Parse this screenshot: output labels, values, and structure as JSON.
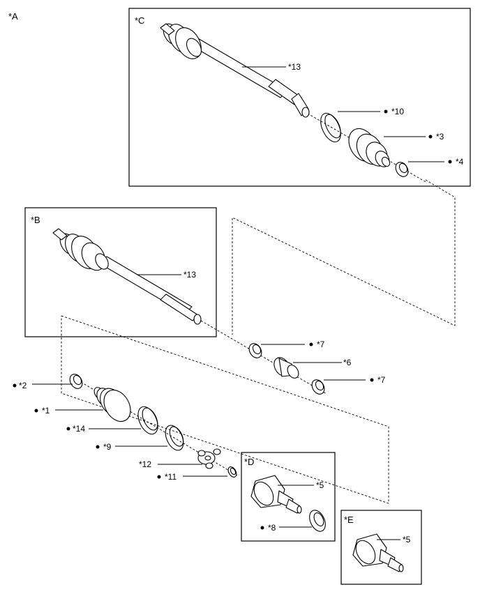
{
  "view_labels": {
    "A": "*A",
    "B": "*B",
    "C": "*C",
    "D": "*D",
    "E": "*E"
  },
  "callouts": {
    "c13": "*13",
    "c10": "*10",
    "c3": "*3",
    "c4": "*4",
    "b13": "*13",
    "c7a": "*7",
    "c6": "*6",
    "c7b": "*7",
    "c2": "*2",
    "c1": "*1",
    "c14": "*14",
    "c9": "*9",
    "c12": "*12",
    "c11": "*11",
    "d5": "*5",
    "d8": "*8",
    "e5": "*5"
  }
}
